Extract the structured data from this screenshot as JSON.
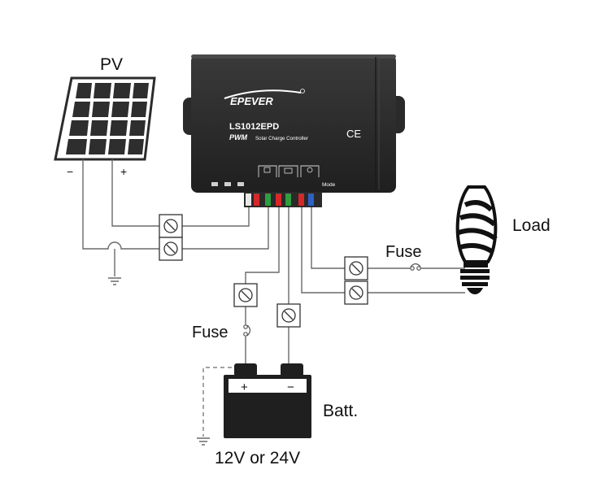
{
  "labels": {
    "pv": "PV",
    "pv_minus": "−",
    "pv_plus": "+",
    "load": "Load",
    "load_fuse": "Fuse",
    "battery_fuse": "Fuse",
    "battery": "Batt.",
    "battery_plus": "+",
    "battery_minus": "−",
    "battery_voltage": "12V or 24V"
  },
  "controller": {
    "brand": "EPEVER",
    "model": "LS1012EPD",
    "type_prefix": "PWM",
    "type_rest": "Solar Charge Controller",
    "ce_mark": "CE",
    "mode_label": "Mode"
  },
  "colors": {
    "controller_body": "#2e2e2e",
    "wire": "#6a6a6a",
    "terminal_red": "#d62828",
    "terminal_green": "#2e9e3e",
    "terminal_blue": "#2a62c9",
    "terminal_white": "#e8e8e8"
  },
  "icons": [
    "solar-panel-icon",
    "battery-icon",
    "light-bulb-icon",
    "ground-symbol-icon",
    "fuse-icon",
    "terminal-connector-icon"
  ]
}
